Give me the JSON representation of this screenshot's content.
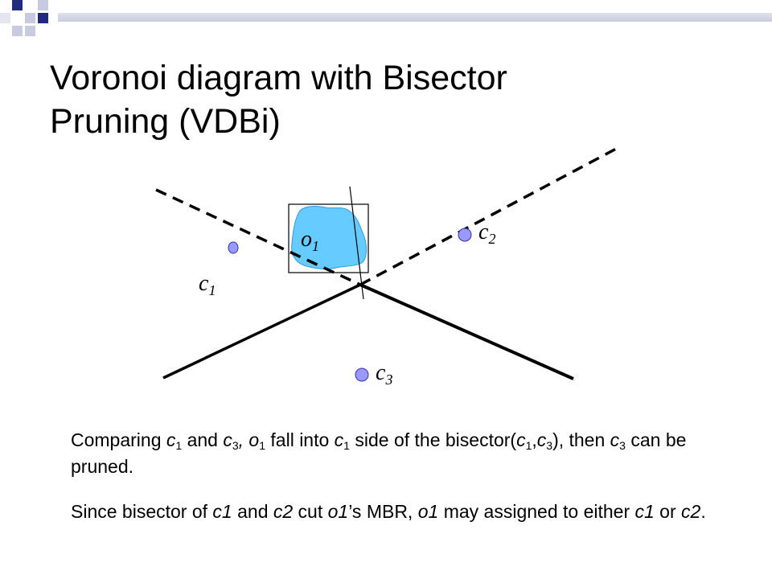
{
  "slide": {
    "title_line1": "Voronoi diagram with Bisector",
    "title_line2": "Pruning (VDBi)"
  },
  "colors": {
    "accent_dark": "#1f2a80",
    "accent_light": "#c8cadf",
    "object_fill": "#66ccff",
    "point_fill": "#9999ff",
    "point_stroke": "#3333aa"
  },
  "diagram": {
    "labels": {
      "c1": {
        "base": "c",
        "sub": "1"
      },
      "c2": {
        "base": "c",
        "sub": "2"
      },
      "c3": {
        "base": "c",
        "sub": "3"
      },
      "o1": {
        "base": "o",
        "sub": "1"
      }
    }
  },
  "text": {
    "p1": {
      "s1": "Comparing ",
      "v1": "c",
      "sub1": "1",
      "s2": " and ",
      "v2": "c",
      "sub2": "3",
      "s3": ", ",
      "v3": "o",
      "sub3": "1",
      "s4": " fall into ",
      "v4": "c",
      "sub4": "1",
      "s5": " side of the bisector(",
      "v5": "c",
      "sub5": "1",
      "s6": ",",
      "v6": "c",
      "sub6": "3",
      "s7": "), then ",
      "v7": "c",
      "sub7": "3",
      "s8": " can be pruned."
    },
    "p2": {
      "s1": "Since bisector of ",
      "v1": "c1",
      "s2": " and ",
      "v2": "c2",
      "s3": " cut ",
      "v3": "o1",
      "s4": "’s MBR, ",
      "v4": "o1",
      "s5": " may assigned to either ",
      "v5": "c1",
      "s6": " or ",
      "v6": "c2",
      "s7": "."
    }
  }
}
